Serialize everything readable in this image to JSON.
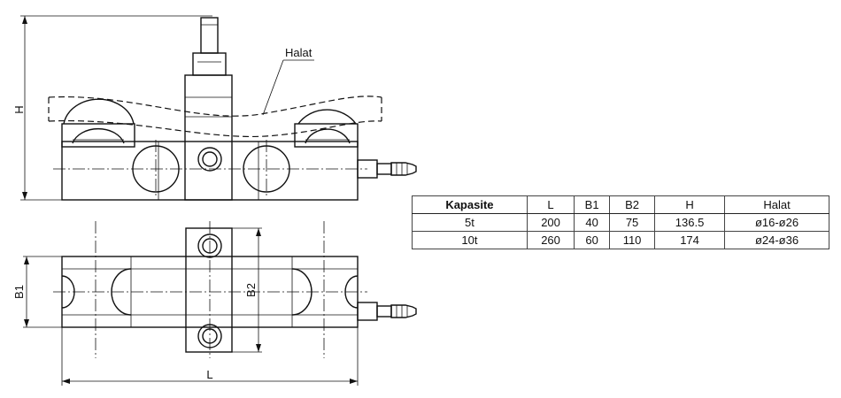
{
  "labels": {
    "height": "H",
    "length": "L",
    "b1": "B1",
    "b2": "B2",
    "rope": "Halat"
  },
  "table": {
    "headers": [
      "Kapasite",
      "L",
      "B1",
      "B2",
      "H",
      "Halat"
    ],
    "rows": [
      [
        "5t",
        "200",
        "40",
        "75",
        "136.5",
        "ø16-ø26"
      ],
      [
        "10t",
        "260",
        "60",
        "110",
        "174",
        "ø24-ø36"
      ]
    ]
  }
}
